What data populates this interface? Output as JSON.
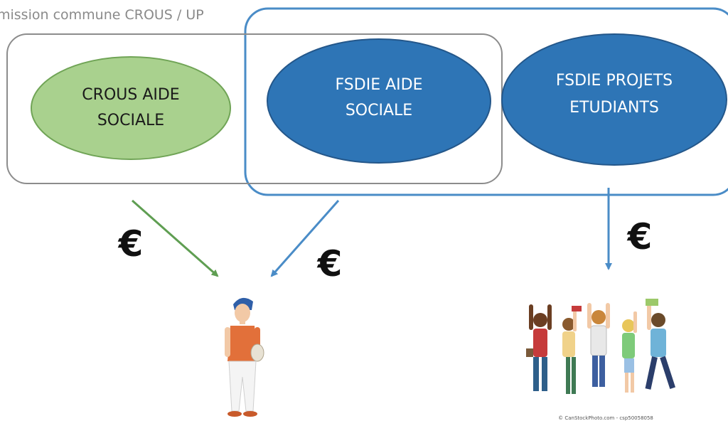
{
  "title": "mission commune CROUS / UP",
  "nodes": {
    "crous_aide_sociale": {
      "line1": "CROUS AIDE",
      "line2": "SOCIALE"
    },
    "fsdie_aide_sociale": {
      "line1": "FSDIE AIDE",
      "line2": "SOCIALE"
    },
    "fsdie_projets_etudiants": {
      "line1": "FSDIE PROJETS",
      "line2": "ETUDIANTS"
    }
  },
  "currency_symbol": "€",
  "credit": "© CanStockPhoto.com - csp50058058",
  "colors": {
    "green_fill": "#a9d18e",
    "green_stroke": "#70a456",
    "green_arrow": "#5f9e52",
    "blue_fill": "#2e75b6",
    "blue_stroke": "#24578a",
    "blue_frame": "#4a8cc7",
    "gray_frame": "#8c8c8c",
    "title_gray": "#8a8a8a"
  }
}
